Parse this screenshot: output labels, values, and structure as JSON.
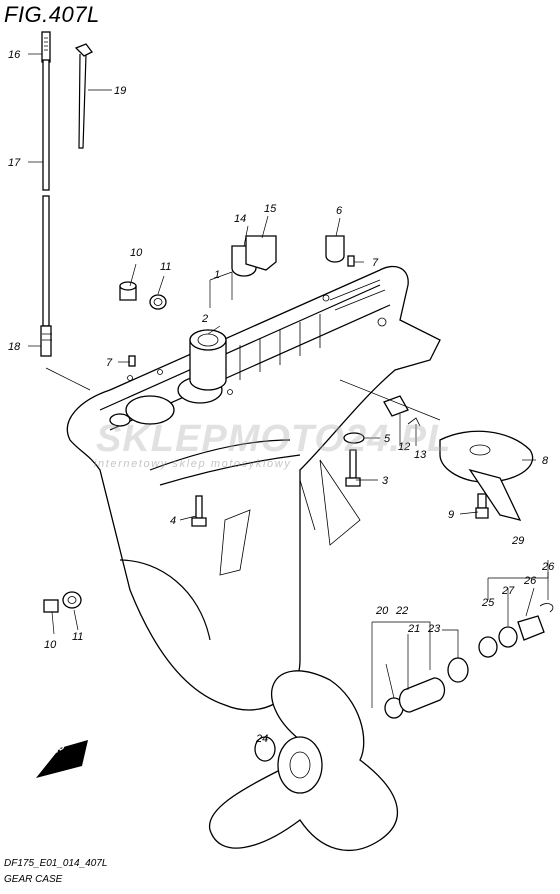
{
  "figure": {
    "title": "FIG.407L",
    "code": "DF175_E01_014_407L",
    "name": "GEAR CASE"
  },
  "watermark": {
    "brand": "SKLEPMOTO24.PL",
    "tagline": "internetowy sklep motocyklowy"
  },
  "direction_badge": "FWD",
  "callouts": [
    "1",
    "2",
    "3",
    "4",
    "5",
    "6",
    "7",
    "7",
    "8",
    "9",
    "10",
    "10",
    "11",
    "11",
    "12",
    "13",
    "14",
    "15",
    "16",
    "17",
    "18",
    "19",
    "20",
    "21",
    "22",
    "23",
    "24",
    "25",
    "26",
    "26",
    "27",
    "29"
  ]
}
